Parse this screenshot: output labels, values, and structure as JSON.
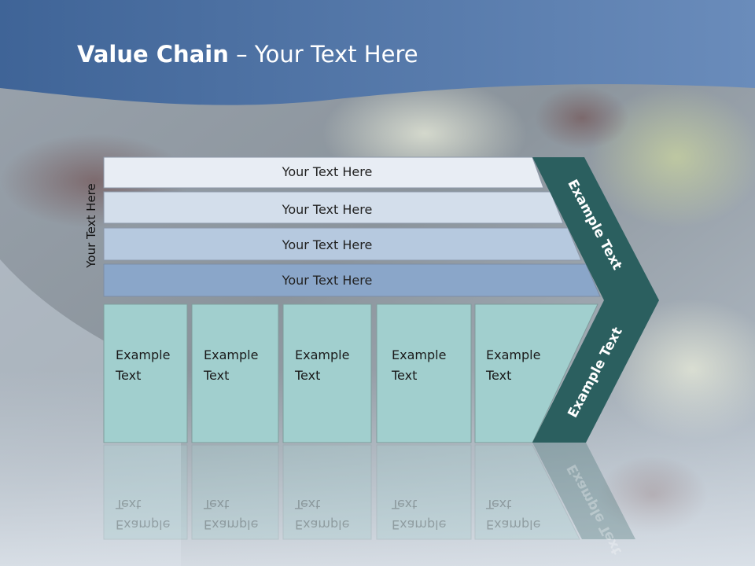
{
  "slide": {
    "title_bold": "Value Chain",
    "title_rest": " – Your Text Here",
    "vertical_label": "Your Text Here",
    "bands": [
      {
        "label": "Your Text Here",
        "color": "#e8edf4"
      },
      {
        "label": "Your Text Here",
        "color": "#d3deeb"
      },
      {
        "label": "Your Text Here",
        "color": "#b6c9df"
      },
      {
        "label": "Your Text Here",
        "color": "#8aa6c9"
      }
    ],
    "boxes": [
      {
        "line1": "Example",
        "line2": "Text"
      },
      {
        "line1": "Example",
        "line2": "Text"
      },
      {
        "line1": "Example",
        "line2": "Text"
      },
      {
        "line1": "Example",
        "line2": "Text"
      },
      {
        "line1": "Example",
        "line2": "Text"
      }
    ],
    "box_color": "#a1cfce",
    "chevron_color": "#2b5f5f",
    "chevron_top_label": "Example Text",
    "chevron_bottom_label": "Example Text",
    "header_color": "#4d72a3"
  }
}
